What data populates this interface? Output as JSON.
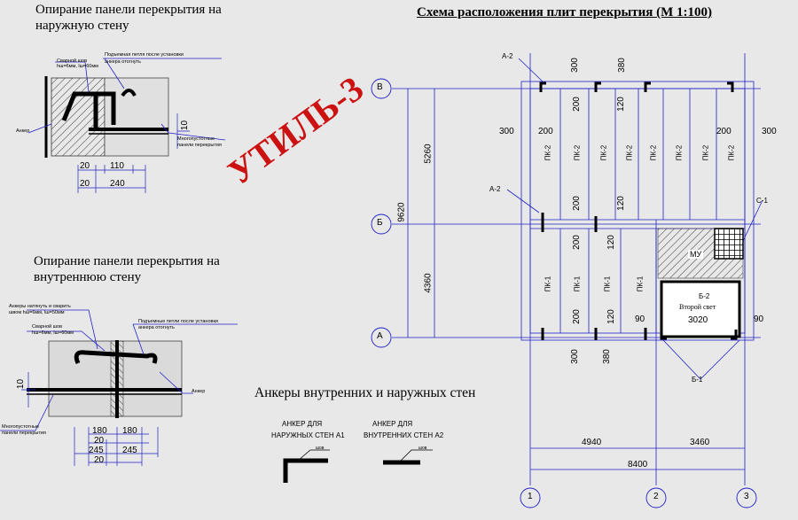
{
  "left_top": {
    "title_line1": "Опирание панели перекрытия на",
    "title_line2": "наружную стену",
    "note_weld_1": "Сварной шов",
    "note_weld_2": "hш=6мм, lш=60мм",
    "note_loop_1": "Подъемная петля после установки",
    "note_loop_2": "анкера отогнуть",
    "note_anchor": "Анкер",
    "note_panel_1": "Многопустотные",
    "note_panel_2": "панели перекрытия",
    "dim_10": "10",
    "dim_20a": "20",
    "dim_110": "110",
    "dim_20b": "20",
    "dim_240": "240"
  },
  "left_mid": {
    "title_line1": "Опирание панели перекрытия на",
    "title_line2": "внутреннюю стену",
    "note_anchor_fix_1": "Анкеры натянуть и сварить",
    "note_anchor_fix_2": "швом hш=6мм, lш=50мм",
    "note_weld_1": "Сварной шов",
    "note_weld_2": "hш=6мм, lш=60мм",
    "note_loop_1": "Подъемные петли после установки",
    "note_loop_2": "анкера отогнуть",
    "note_anchor": "Анкер",
    "note_panel_1": "Многопустотные",
    "note_panel_2": "панели перекрытия",
    "dim_10": "10",
    "dim_180a": "180",
    "dim_180b": "180",
    "dim_20a": "20",
    "dim_245a": "245",
    "dim_245b": "245",
    "dim_20b": "20"
  },
  "stamp": "УТИЛЬ-3",
  "anchors": {
    "title": "Анкеры внутренних и наружных стен",
    "a1_line1": "АНКЕР ДЛЯ",
    "a1_line2": "НАРУЖНЫХ СТЕН  А1",
    "a2_line1": "АНКЕР ДЛЯ",
    "a2_line2": "ВНУТРЕННИХ СТЕН  А2",
    "weld_a1": "шов",
    "weld_a2": "шов"
  },
  "plan": {
    "title": "Схема расположения плит перекрытия (М 1:100)",
    "axis_B": "В",
    "axis_Bb": "Б",
    "axis_A": "А",
    "axis_1": "1",
    "axis_2": "2",
    "axis_3": "3",
    "dim_5260": "5260",
    "dim_4360": "4360",
    "dim_9620": "9620",
    "dim_4940": "4940",
    "dim_3460": "3460",
    "dim_8400": "8400",
    "dim_3020": "3020",
    "dim_90a": "90",
    "dim_90b": "90",
    "dim_300_top": "300",
    "dim_380_top": "380",
    "dim_300_left": "300",
    "dim_300_right": "300",
    "dim_300_bot": "300",
    "dim_380_bot": "380",
    "dim_200": "200",
    "dim_120": "120",
    "slabs_pk2": [
      "ПК-2",
      "ПК-2",
      "ПК-2",
      "ПК-2",
      "ПК-2",
      "ПК-2",
      "ПК-2",
      "ПК-2"
    ],
    "slabs_pk1": [
      "ПК-1",
      "ПК-1",
      "ПК-1",
      "ПК-1"
    ],
    "label_A2_top": "А-2",
    "label_A2_mid": "А-2",
    "label_C1": "С-1",
    "label_B2": "Б-2",
    "label_B1": "Б-1",
    "label_MU": "МУ",
    "label_second_light": "Второй свет"
  },
  "colors": {
    "line_blue": "#2020c8",
    "stamp_red": "#cc1111",
    "background": "#e8e8e8"
  }
}
